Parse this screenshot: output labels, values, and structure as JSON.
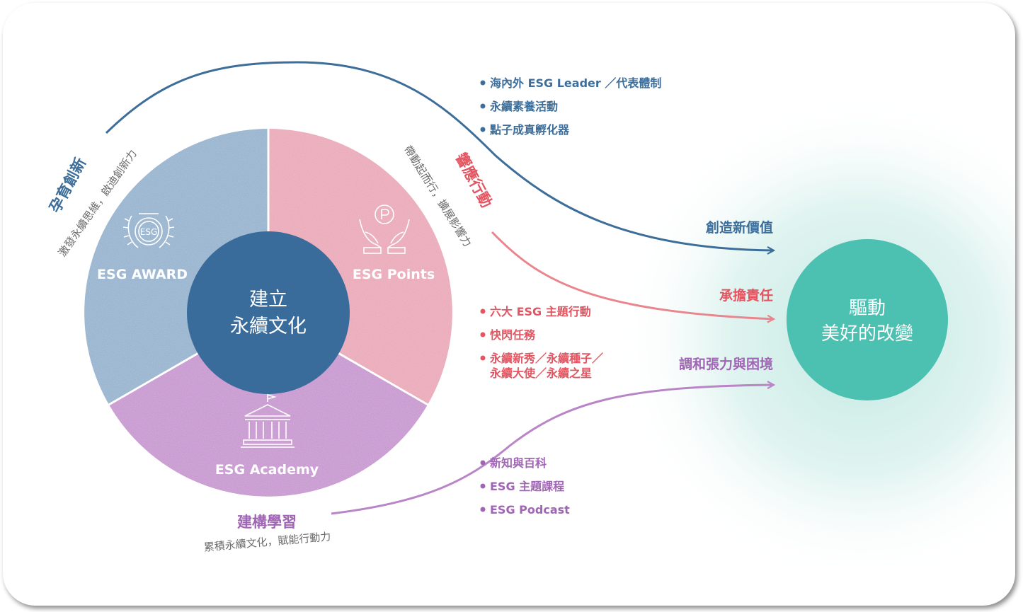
{
  "center": {
    "line1": "建立",
    "line2": "永續文化"
  },
  "segments": {
    "award": {
      "label": "ESG AWARD",
      "icon": "esg-laurel-icon"
    },
    "points": {
      "label": "ESG Points",
      "icon": "hands-coin-icon"
    },
    "academy": {
      "label": "ESG Academy",
      "icon": "academy-building-icon"
    }
  },
  "arcs": {
    "innovation": {
      "title": "孕育創新",
      "subtitle": "激發永續思維，啟迪創新力"
    },
    "action": {
      "title": "響應行動",
      "subtitle": "帶動起而行，擴展影響力"
    },
    "learning": {
      "title": "建構學習",
      "subtitle": "累積永續文化，賦能行動力"
    }
  },
  "lists": {
    "blue": [
      "海內外 ESG Leader ／代表體制",
      "永續素養活動",
      "點子成真孵化器"
    ],
    "red": [
      "六大 ESG 主題行動",
      "快閃任務",
      "永續新秀／永續種子／",
      "永續大使／永續之星"
    ],
    "purple": [
      "新知與百科",
      "ESG 主題課程",
      "ESG Podcast"
    ]
  },
  "outcomes": {
    "create": "創造新價值",
    "responsibility": "承擔責任",
    "reconcile": "調和張力與困境"
  },
  "goal": {
    "line1": "驅動",
    "line2": "美好的改變"
  },
  "colors": {
    "blue": "#3d6e9a",
    "red": "#e25561",
    "purple": "#a065b4",
    "teal": "#4cc0b1",
    "center": "#3a6c9b",
    "segBlue": "#8eaecc",
    "segPink": "#e9a3b4",
    "segPurple": "#c48fcd"
  }
}
